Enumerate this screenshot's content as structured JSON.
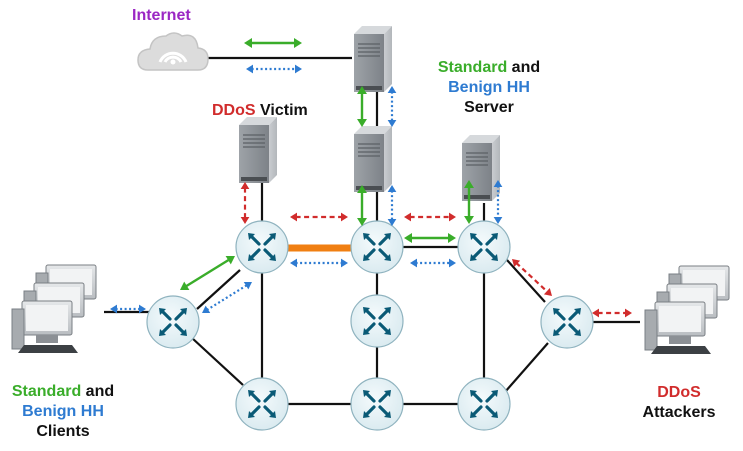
{
  "colors": {
    "green": "#3aad2a",
    "blue": "#2e7bd1",
    "red": "#d12c2c",
    "purple": "#9b27c4",
    "orange": "#f07f12",
    "router": "#0a5a76",
    "link": "#111111"
  },
  "labels": {
    "internet": "Internet",
    "victim": {
      "ddos": "DDoS",
      "rest": " Victim"
    },
    "server": {
      "standard": "Standard",
      "and": " and",
      "benign": "Benign HH",
      "server": "Server"
    },
    "clients": {
      "standard": "Standard",
      "and": " and",
      "benign": "Benign HH",
      "clients": "Clients"
    },
    "attackers": {
      "ddos": "DDoS",
      "attackers": "Attackers"
    }
  },
  "icons": [
    "cloud-icon",
    "server-icon",
    "router-icon",
    "workstation-cluster-icon"
  ]
}
